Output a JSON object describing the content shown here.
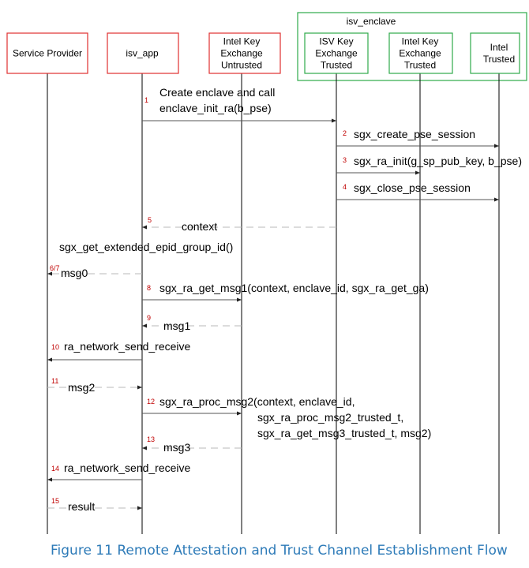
{
  "enclave_group": {
    "label": "isv_enclave"
  },
  "actors": [
    {
      "id": "sp",
      "lines": [
        "Service Provider"
      ],
      "border": "#e03030"
    },
    {
      "id": "app",
      "lines": [
        "isv_app"
      ],
      "border": "#e03030"
    },
    {
      "id": "ikeu",
      "lines": [
        "Intel Key",
        "Exchange",
        "Untrusted"
      ],
      "border": "#e03030"
    },
    {
      "id": "isvkt",
      "lines": [
        "ISV Key",
        "Exchange",
        "Trusted"
      ],
      "border": "#2eaa4a"
    },
    {
      "id": "ikt",
      "lines": [
        "Intel Key",
        "Exchange",
        "Trusted"
      ],
      "border": "#2eaa4a"
    },
    {
      "id": "it",
      "lines": [
        "Intel",
        "Trusted"
      ],
      "border": "#2eaa4a"
    }
  ],
  "messages": [
    {
      "num": "1",
      "from": "app",
      "to": "isvkt",
      "dashed": false,
      "lines": [
        "Create enclave and call",
        "enclave_init_ra(b_pse)"
      ]
    },
    {
      "num": "2",
      "from": "isvkt",
      "to": "it",
      "dashed": false,
      "lines": [
        "sgx_create_pse_session"
      ]
    },
    {
      "num": "3",
      "from": "isvkt",
      "to": "ikt",
      "dashed": false,
      "lines": [
        "sgx_ra_init(g_sp_pub_key, b_pse)"
      ]
    },
    {
      "num": "4",
      "from": "isvkt",
      "to": "it",
      "dashed": false,
      "lines": [
        "sgx_close_pse_session"
      ]
    },
    {
      "num": "5",
      "from": "isvkt",
      "to": "app",
      "dashed": true,
      "lines": [
        "context"
      ]
    },
    {
      "num": "6/7",
      "from": "app",
      "to": "sp",
      "dashed": true,
      "lines": [
        "msg0"
      ],
      "pre_label": "sgx_get_extended_epid_group_id()"
    },
    {
      "num": "8",
      "from": "app",
      "to": "ikeu",
      "dashed": false,
      "lines": [
        "sgx_ra_get_msg1(context, enclave_id, sgx_ra_get_ga)"
      ]
    },
    {
      "num": "9",
      "from": "ikeu",
      "to": "app",
      "dashed": true,
      "lines": [
        "msg1"
      ]
    },
    {
      "num": "10",
      "from": "app",
      "to": "sp",
      "dashed": false,
      "lines": [
        "ra_network_send_receive"
      ]
    },
    {
      "num": "11",
      "from": "sp",
      "to": "app",
      "dashed": true,
      "lines": [
        "msg2"
      ]
    },
    {
      "num": "12",
      "from": "app",
      "to": "ikeu",
      "dashed": false,
      "lines": [
        "sgx_ra_proc_msg2(context, enclave_id,",
        "sgx_ra_proc_msg2_trusted_t,",
        "sgx_ra_get_msg3_trusted_t, msg2)"
      ]
    },
    {
      "num": "13",
      "from": "ikeu",
      "to": "app",
      "dashed": true,
      "lines": [
        "msg3"
      ]
    },
    {
      "num": "14",
      "from": "app",
      "to": "sp",
      "dashed": false,
      "lines": [
        "ra_network_send_receive"
      ]
    },
    {
      "num": "15",
      "from": "sp",
      "to": "app",
      "dashed": true,
      "lines": [
        "result"
      ]
    }
  ],
  "caption": "Figure 11 Remote Attestation and Trust Channel Establishment Flow"
}
